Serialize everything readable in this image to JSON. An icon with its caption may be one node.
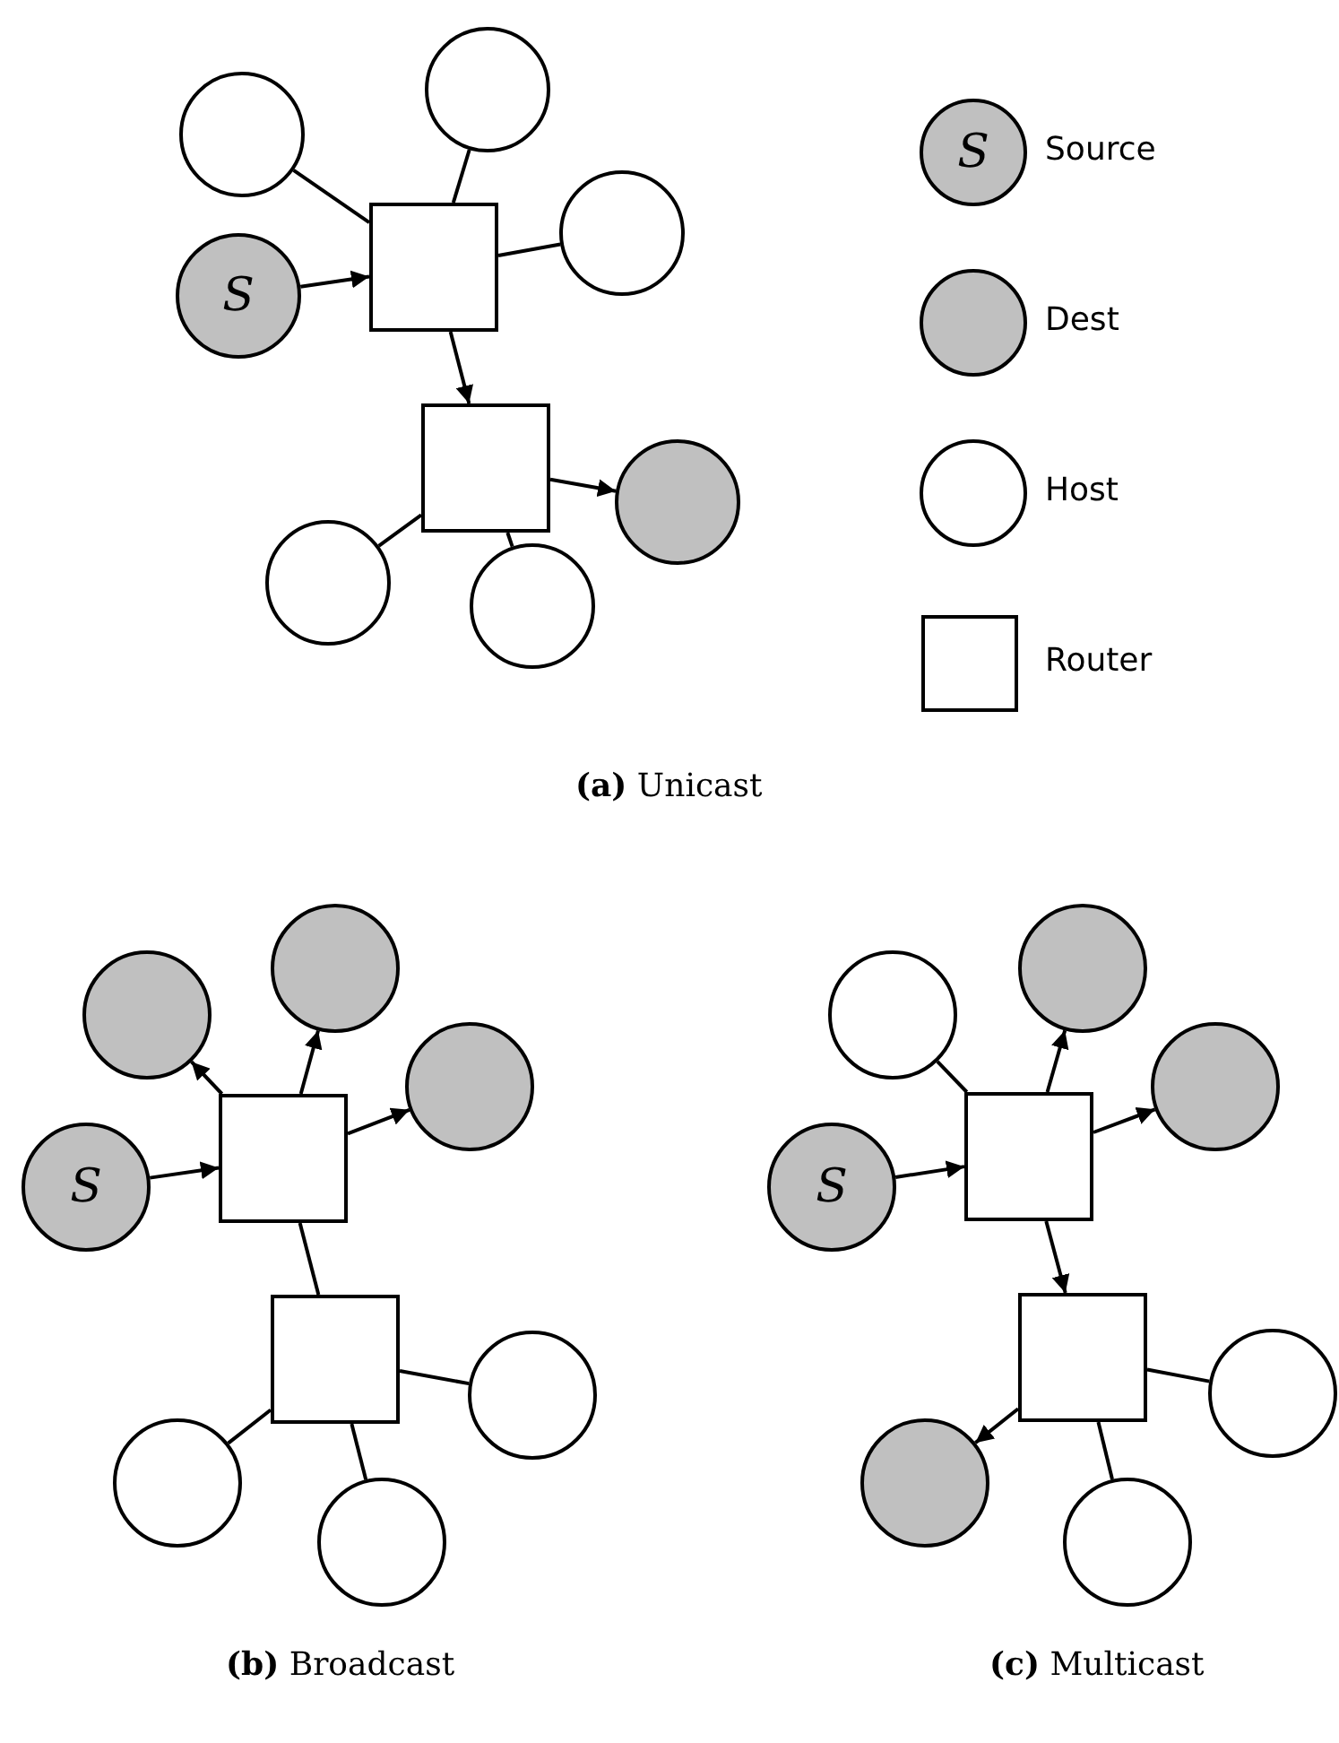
{
  "diagram": {
    "nodes": [
      {
        "text": [],
        "shape": "circle"
      },
      {
        "text": [],
        "shape": "circle"
      },
      {
        "text": [],
        "shape": "circle"
      },
      {
        "text": [
          "S"
        ]
      },
      {
        "text": [],
        "shape": "box"
      },
      {
        "text": [],
        "shape": "box"
      },
      {
        "text": [],
        "shape": "circle"
      },
      {
        "text": [],
        "shape": "circle"
      },
      {
        "text": [],
        "shape": "circle"
      },
      {
        "text": [],
        "shape": "circle"
      },
      {
        "text": [],
        "shape": "circle"
      },
      {
        "text": [],
        "shape": "circle"
      },
      {
        "text": [
          "S"
        ]
      },
      {
        "text": [],
        "shape": "box"
      },
      {
        "text": [],
        "shape": "box"
      },
      {
        "text": [],
        "shape": "circle"
      },
      {
        "text": [],
        "shape": "circle"
      },
      {
        "text": [],
        "shape": "circle"
      },
      {
        "text": [],
        "shape": "circle"
      },
      {
        "text": [],
        "shape": "circle"
      },
      {
        "text": [],
        "shape": "circle"
      },
      {
        "text": [
          "S"
        ]
      },
      {
        "text": [],
        "shape": "box"
      },
      {
        "text": [],
        "shape": "box"
      },
      {
        "text": [],
        "shape": "circle"
      },
      {
        "text": [],
        "shape": "circle"
      },
      {
        "text": [],
        "shape": "circle"
      }
    ],
    "edges": [
      {
        "from": 0,
        "to": 4,
        "arrow": "none"
      },
      {
        "from": 1,
        "to": 4,
        "arrow": "none"
      },
      {
        "from": 4,
        "to": 2,
        "arrow": "none"
      },
      {
        "from": 3,
        "to": 4,
        "arrow": "to"
      },
      {
        "from": 4,
        "to": 5,
        "arrow": "to"
      },
      {
        "from": 5,
        "to": 6,
        "arrow": "to"
      },
      {
        "from": 7,
        "to": 5,
        "arrow": "none"
      },
      {
        "from": 8,
        "to": 5,
        "arrow": "none"
      },
      {
        "from": 12,
        "to": 13,
        "arrow": "to"
      },
      {
        "from": 13,
        "to": 9,
        "arrow": "to"
      },
      {
        "from": 13,
        "to": 10,
        "arrow": "to"
      },
      {
        "from": 13,
        "to": 11,
        "arrow": "to"
      },
      {
        "from": 13,
        "to": 14,
        "arrow": "none"
      },
      {
        "from": 14,
        "to": 15,
        "arrow": "none"
      },
      {
        "from": 16,
        "to": 14,
        "arrow": "none"
      },
      {
        "from": 17,
        "to": 14,
        "arrow": "none"
      },
      {
        "from": 18,
        "to": 22,
        "arrow": "none"
      },
      {
        "from": 21,
        "to": 22,
        "arrow": "to"
      },
      {
        "from": 22,
        "to": 19,
        "arrow": "to"
      },
      {
        "from": 22,
        "to": 20,
        "arrow": "to"
      },
      {
        "from": 22,
        "to": 23,
        "arrow": "to"
      },
      {
        "from": 23,
        "to": 24,
        "arrow": "none"
      },
      {
        "from": 23,
        "to": 25,
        "arrow": "to"
      },
      {
        "from": 26,
        "to": 23,
        "arrow": "none"
      }
    ],
    "labels": [
      "S",
      "**(a)** Unicast",
      "**(b)** Broadcast",
      "**(c)** Multicast"
    ],
    "legend": [
      {
        "text": "Source",
        "color": "#c0c0c0"
      },
      {
        "text": "Dest",
        "color": "#c0c0c0"
      },
      {
        "text": "Host"
      },
      {
        "text": "Router"
      }
    ]
  }
}
